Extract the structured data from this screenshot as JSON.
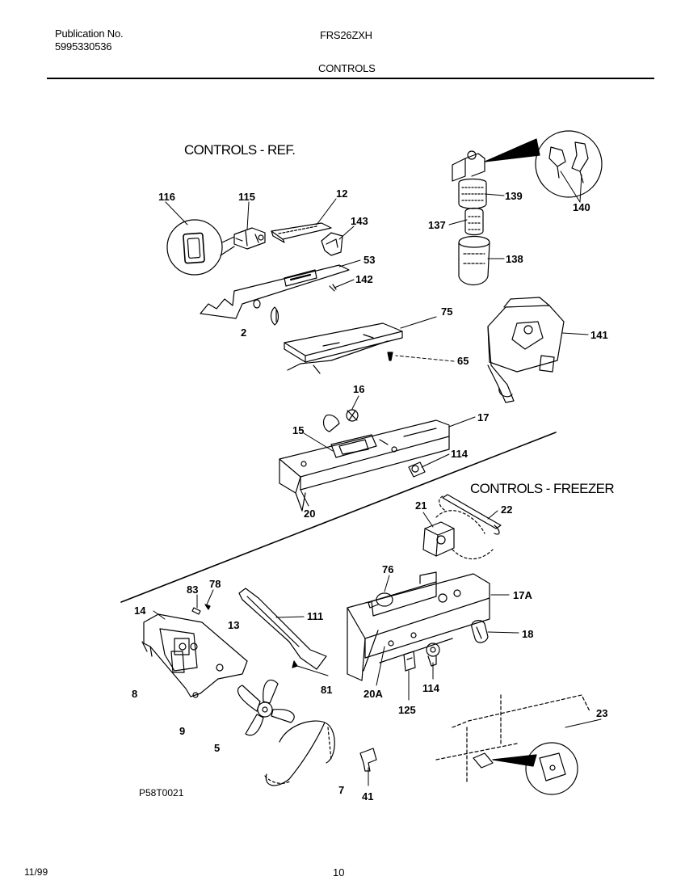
{
  "header": {
    "publication_label": "Publication No.",
    "publication_number": "5995330536",
    "model": "FRS26ZXH",
    "section": "CONTROLS"
  },
  "sections": {
    "ref": "CONTROLS - REF.",
    "freezer": "CONTROLS - FREEZER"
  },
  "labels": {
    "l116": "116",
    "l115": "115",
    "l12": "12",
    "l143": "143",
    "l53": "53",
    "l142": "142",
    "l2": "2",
    "l75": "75",
    "l65": "65",
    "l139": "139",
    "l140": "140",
    "l137": "137",
    "l138": "138",
    "l141": "141",
    "l16": "16",
    "l17": "17",
    "l15": "15",
    "l114a": "114",
    "l20": "20",
    "l21": "21",
    "l22": "22",
    "l76": "76",
    "l17a": "17A",
    "l18": "18",
    "l83": "83",
    "l78": "78",
    "l14": "14",
    "l13": "13",
    "l111": "111",
    "l8": "8",
    "l81": "81",
    "l20a": "20A",
    "l114b": "114",
    "l125": "125",
    "l9": "9",
    "l5": "5",
    "l23": "23",
    "l7": "7",
    "l41": "41"
  },
  "diagram_code": "P58T0021",
  "footer": {
    "date": "11/99",
    "page": "10"
  }
}
